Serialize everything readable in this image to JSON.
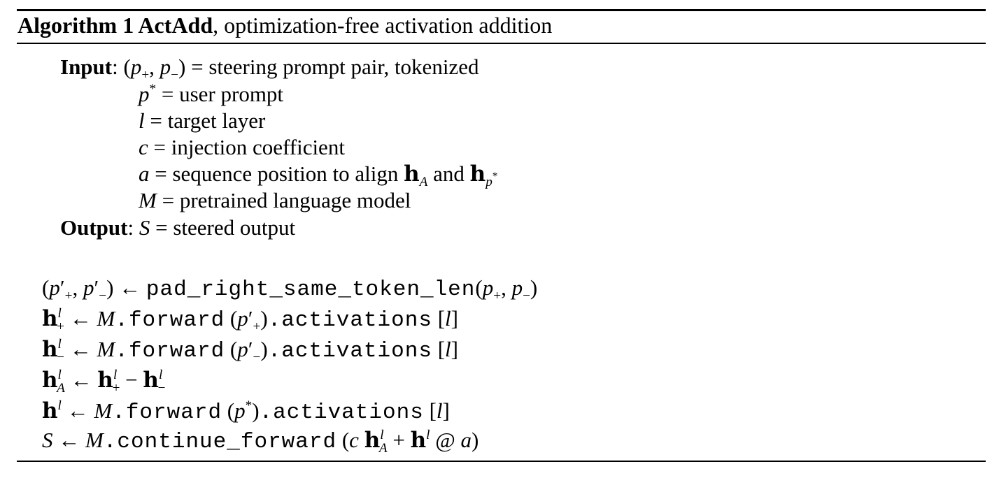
{
  "algorithm": {
    "label": "Algorithm 1 ActAdd",
    "title_rest": ", optimization-free activation addition"
  },
  "input": {
    "label": "Input",
    "items": [
      {
        "lhs": "(p₊, p₋)",
        "rhs": "steering prompt pair, tokenized"
      },
      {
        "lhs": "p*",
        "rhs": "user prompt"
      },
      {
        "lhs": "l",
        "rhs": "target layer"
      },
      {
        "lhs": "c",
        "rhs": "injection coefficient"
      },
      {
        "lhs": "a",
        "rhs": "sequence position to align",
        "rhs_tail_a": "h",
        "rhs_tail_a_sub": "A",
        "rhs_and": "and",
        "rhs_tail_b": "h",
        "rhs_tail_b_sub": "p*"
      },
      {
        "lhs": "M",
        "rhs": "pretrained language model"
      }
    ]
  },
  "output": {
    "label": "Output",
    "lhs": "S",
    "rhs": "steered output"
  },
  "steps": {
    "s1_fn": "pad_right_same_token_len",
    "s2_fn": ".forward",
    "s2_attr": ".activations",
    "s6_fn": ".continue_forward",
    "at": "@"
  }
}
